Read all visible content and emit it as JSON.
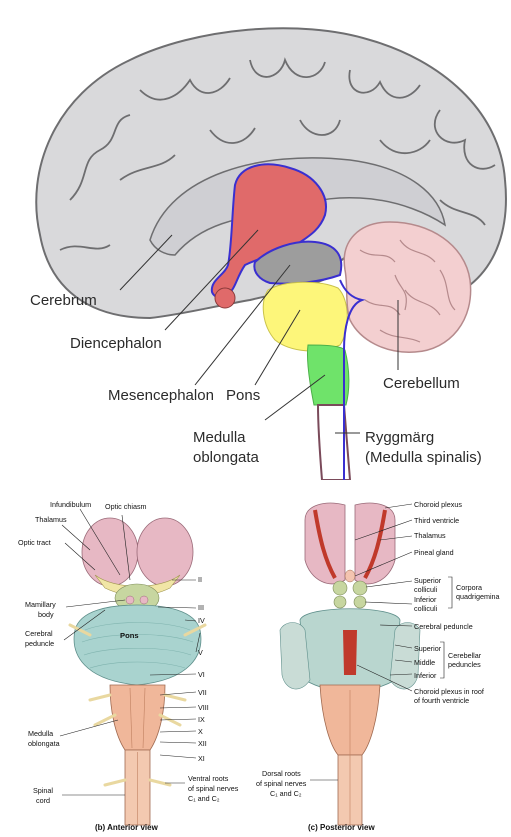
{
  "midsagittal": {
    "labels": {
      "cerebrum": "Cerebrum",
      "diencephalon": "Diencephalon",
      "mesencephalon": "Mesencephalon",
      "pons": "Pons",
      "cerebellum": "Cerebellum",
      "medulla_line1": "Medulla",
      "medulla_line2": "oblongata",
      "spinal_line1": "Ryggmärg",
      "spinal_line2": "(Medulla spinalis)"
    },
    "colors": {
      "cortex": "#d9d9db",
      "diencephalon": "#e06a6a",
      "mesencephalon": "#9d9d9d",
      "pons": "#fdf67a",
      "medulla": "#6fe36a",
      "cerebellum": "#f3cfd0",
      "ventricle_outline": "#3a2fd0"
    }
  },
  "anterior": {
    "caption": "(b) Anterior view",
    "labels": {
      "infundibulum": "Infundibulum",
      "optic_chiasm": "Optic chiasm",
      "thalamus": "Thalamus",
      "optic_tract": "Optic tract",
      "mamillary1": "Mamillary",
      "mamillary2": "body",
      "cerebral_peduncle1": "Cerebral",
      "cerebral_peduncle2": "peduncle",
      "pons": "Pons",
      "medulla1": "Medulla",
      "medulla2": "oblongata",
      "spinal1": "Spinal",
      "spinal2": "cord",
      "ventral1": "Ventral roots",
      "ventral2": "of spinal nerves",
      "ventral3": "C₁ and C₂"
    },
    "cranial_nerves": [
      "II",
      "III",
      "IV",
      "V",
      "VI",
      "VII",
      "VIII",
      "IX",
      "X",
      "XII",
      "XI"
    ]
  },
  "posterior": {
    "caption": "(c) Posterior view",
    "labels": {
      "choroid_plexus": "Choroid plexus",
      "third_ventricle": "Third ventricle",
      "thalamus": "Thalamus",
      "pineal": "Pineal gland",
      "superior1": "Superior",
      "superior2": "colliculi",
      "inferior1": "Inferior",
      "inferior2": "colliculi",
      "corpora1": "Corpora",
      "corpora2": "quadrigemina",
      "cerebral_peduncle": "Cerebral peduncle",
      "sup": "Superior",
      "mid": "Middle",
      "inf": "Inferior",
      "cerebellar1": "Cerebellar",
      "cerebellar2": "peduncles",
      "choroid4_1": "Choroid plexus in roof",
      "choroid4_2": "of fourth ventricle",
      "dorsal1": "Dorsal roots",
      "dorsal2": "of spinal nerves",
      "dorsal3": "C₁ and C₂"
    }
  }
}
